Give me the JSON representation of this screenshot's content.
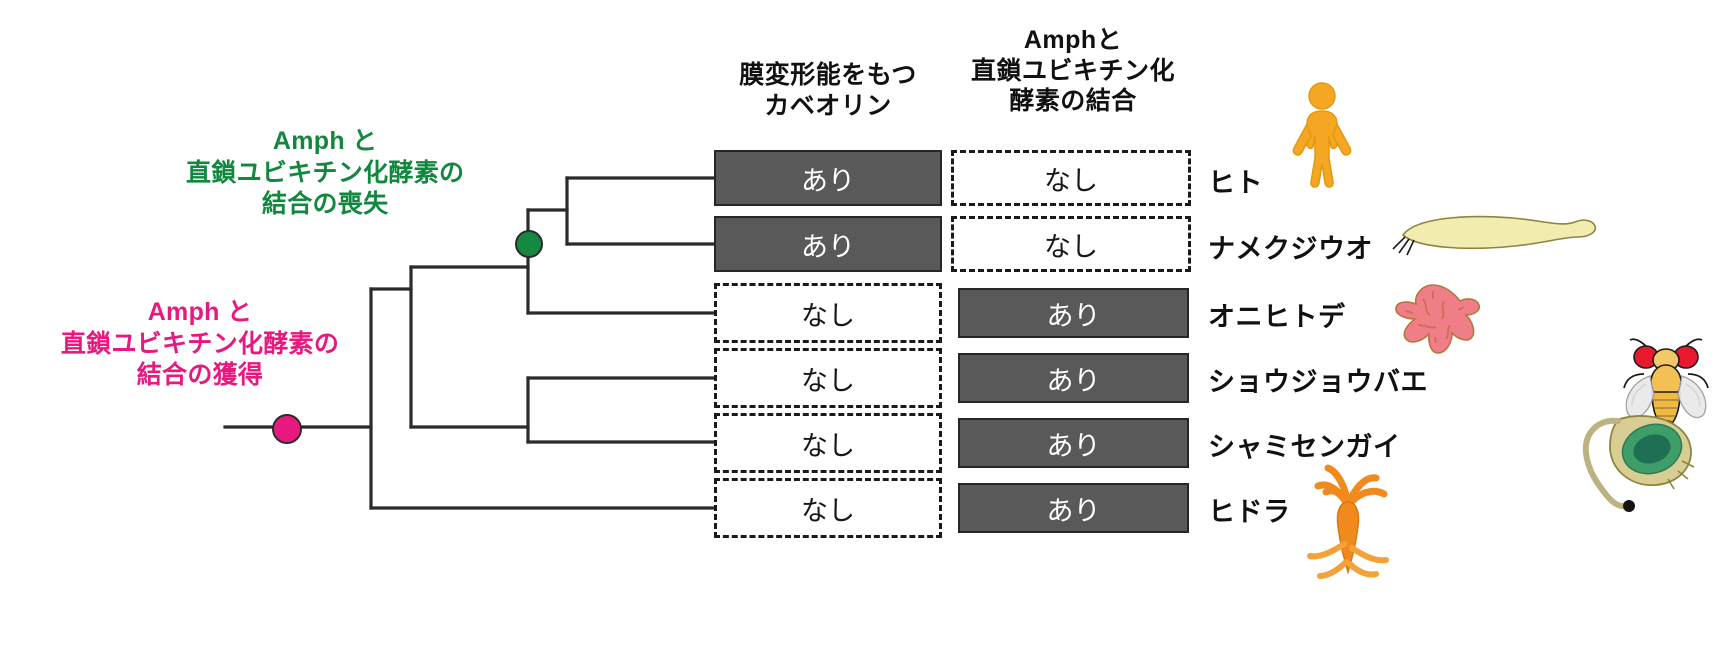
{
  "headers": {
    "caveolin": [
      "膜変形能をもつ",
      "カベオリン"
    ],
    "binding": [
      "Amphと",
      "直鎖ユビキチン化",
      "酵素の結合"
    ]
  },
  "events": {
    "loss": {
      "lines": [
        "Amph と",
        "直鎖ユビキチン化酵素の",
        "結合の喪失"
      ],
      "color": "#12883f",
      "node_color": "#14893f"
    },
    "gain": {
      "lines": [
        "Amph と",
        "直鎖ユビキチン化酵素の",
        "結合の獲得"
      ],
      "color": "#e8197e",
      "node_color": "#e8197e"
    }
  },
  "values": {
    "present": "あり",
    "absent": "なし"
  },
  "colors": {
    "present_fill": "#595959",
    "present_text": "#ffffff",
    "absent_text": "#171717",
    "line": "#2b2b2b"
  },
  "rows": [
    {
      "species": "ヒト",
      "caveolin": "あり",
      "binding": "なし",
      "icon": "human-icon"
    },
    {
      "species": "ナメクジウオ",
      "caveolin": "あり",
      "binding": "なし",
      "icon": "amphioxus-icon"
    },
    {
      "species": "オニヒトデ",
      "caveolin": "なし",
      "binding": "あり",
      "icon": "starfish-icon"
    },
    {
      "species": "ショウジョウバエ",
      "caveolin": "なし",
      "binding": "あり",
      "icon": "fruitfly-icon"
    },
    {
      "species": "シャミセンガイ",
      "caveolin": "なし",
      "binding": "あり",
      "icon": "lingula-icon"
    },
    {
      "species": "ヒドラ",
      "caveolin": "なし",
      "binding": "あり",
      "icon": "hydra-icon"
    }
  ]
}
